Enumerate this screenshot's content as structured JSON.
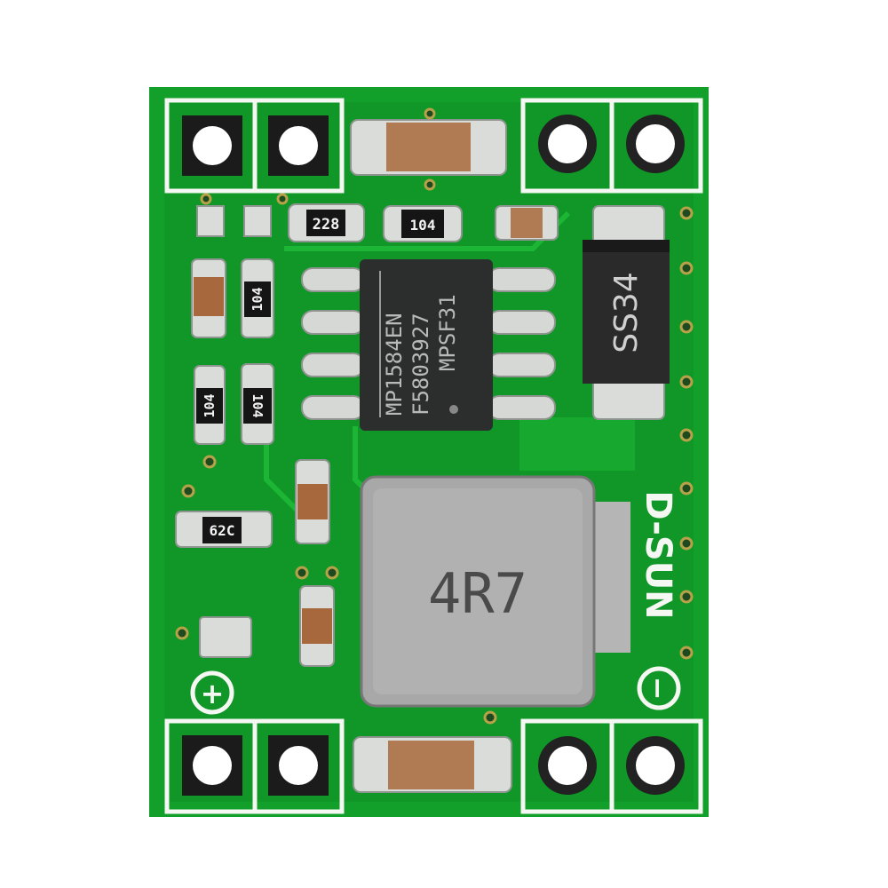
{
  "board": {
    "pcb_color": "#12a02a",
    "silkscreen_brand": "D-SUN",
    "plus_marker": "+",
    "minus_marker": "−"
  },
  "ic": {
    "line1": "MP1584EN",
    "line2": "F5803927",
    "line3": "MPSF31"
  },
  "diode": {
    "label": "SS34"
  },
  "inductor": {
    "label": "4R7"
  },
  "resistors": {
    "r_top_left": "228",
    "r_top_mid": "104",
    "r_left_1": "104",
    "r_left_2": "104",
    "r_left_3": "104",
    "r_bottom": "62C"
  }
}
